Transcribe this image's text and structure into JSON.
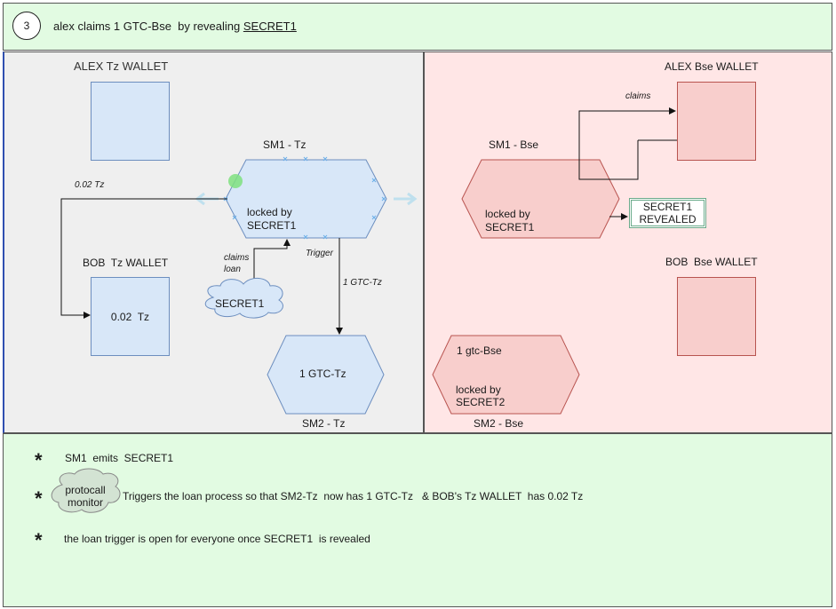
{
  "header": {
    "step": "3",
    "text_prefix": "alex claims 1 GTC-Bse  by revealing ",
    "text_link": "SECRET1"
  },
  "left_panel": {
    "alex_wallet_title": "ALEX Tz WALLET",
    "bob_wallet_title": "BOB  Tz WALLET",
    "bob_wallet_value": "0.02  Tz",
    "sm1_title": "SM1 - Tz",
    "sm1_text": "locked by\nSECRET1",
    "sm2_value": "1 GTC-Tz",
    "sm2_title": "SM2 - Tz",
    "edge_002": "0.02 Tz",
    "edge_claims_loan": "claims\nloan",
    "edge_trigger": "Trigger",
    "edge_1gtc": "1 GTC-Tz",
    "cloud_label": "SECRET1"
  },
  "right_panel": {
    "alex_wallet_title": "ALEX Bse WALLET",
    "bob_wallet_title": "BOB  Bse WALLET",
    "sm1_title": "SM1 - Bse",
    "sm1_text": "locked by\nSECRET1",
    "edge_claims": "claims",
    "revealed_label": "SECRET1\nREVEALED",
    "sm2_value": "1 gtc-Bse",
    "sm2_text": "locked by\nSECRET2",
    "sm2_title": "SM2 - Bse"
  },
  "notes": {
    "star": "*",
    "bullet1": "SM1  emits  SECRET1",
    "monitor_label": "protocall\nmonitor",
    "bullet2": "Triggers the loan process so that SM2-Tz  now has 1 GTC-Tz   & BOB's Tz WALLET  has 0.02 Tz",
    "bullet3": "the loan trigger is open for everyone once SECRET1  is revealed"
  },
  "colors": {
    "blue_fill": "#d8e7f8",
    "blue_stroke": "#6c8ebf",
    "red_fill": "#f8cecc",
    "red_stroke": "#b85450",
    "green_bg": "#e2fbe2"
  }
}
